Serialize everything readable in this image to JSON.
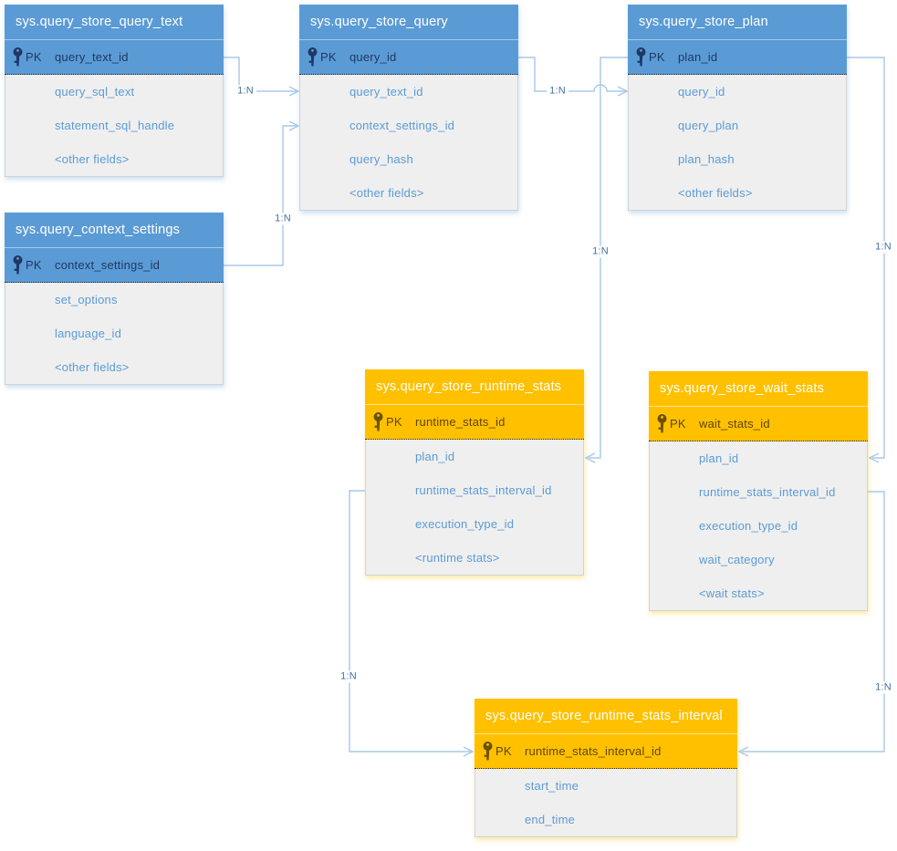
{
  "diagram": {
    "kind": "entity-relationship-diagram",
    "subject": "SQL Server Query Store schema",
    "colors": {
      "catalog_table_header": "#5b9bd5",
      "stats_table_header": "#ffc000",
      "field_text": "#5b9bd5",
      "pk_text_blue_theme": "#1f3864",
      "pk_text_orange_theme": "#6b5200",
      "connector_line": "#a9c8e8",
      "cardinality_label_text": "#44719f",
      "body_background": "#efefef"
    },
    "tables": [
      {
        "title": "sys.query_store_query_text",
        "theme": "blue",
        "pk": {
          "badge": "PK",
          "name": "query_text_id"
        },
        "fields": [
          "query_sql_text",
          "statement_sql_handle",
          "<other fields>"
        ]
      },
      {
        "title": "sys.query_store_query",
        "theme": "blue",
        "pk": {
          "badge": "PK",
          "name": "query_id"
        },
        "fields": [
          "query_text_id",
          "context_settings_id",
          "query_hash",
          "<other fields>"
        ]
      },
      {
        "title": "sys.query_store_plan",
        "theme": "blue",
        "pk": {
          "badge": "PK",
          "name": "plan_id"
        },
        "fields": [
          "query_id",
          "query_plan",
          "plan_hash",
          "<other fields>"
        ]
      },
      {
        "title": "sys.query_context_settings",
        "theme": "blue",
        "pk": {
          "badge": "PK",
          "name": "context_settings_id"
        },
        "fields": [
          "set_options",
          "language_id",
          "<other fields>"
        ]
      },
      {
        "title": "sys.query_store_runtime_stats",
        "theme": "orange",
        "pk": {
          "badge": "PK",
          "name": "runtime_stats_id"
        },
        "fields": [
          "plan_id",
          "runtime_stats_interval_id",
          "execution_type_id",
          "<runtime stats>"
        ]
      },
      {
        "title": "sys.query_store_wait_stats",
        "theme": "orange",
        "pk": {
          "badge": "PK",
          "name": "wait_stats_id"
        },
        "fields": [
          "plan_id",
          "runtime_stats_interval_id",
          "execution_type_id",
          "wait_category",
          "<wait stats>"
        ]
      },
      {
        "title": "sys.query_store_runtime_stats_interval",
        "theme": "orange",
        "pk": {
          "badge": "PK",
          "name": "runtime_stats_interval_id"
        },
        "fields": [
          "start_time",
          "end_time"
        ]
      }
    ],
    "connectors": [
      {
        "label": "1:N",
        "from": "sys.query_store_query_text.query_text_id",
        "to": "sys.query_store_query.query_text_id"
      },
      {
        "label": "1:N",
        "from": "sys.query_context_settings.context_settings_id",
        "to": "sys.query_store_query.context_settings_id"
      },
      {
        "label": "1:N",
        "from": "sys.query_store_query.query_id",
        "to": "sys.query_store_plan.query_id"
      },
      {
        "label": "1:N",
        "from": "sys.query_store_plan.plan_id",
        "to": "sys.query_store_runtime_stats.plan_id"
      },
      {
        "label": "1:N",
        "from": "sys.query_store_plan.plan_id",
        "to": "sys.query_store_wait_stats.plan_id"
      },
      {
        "label": "1:N",
        "from": "sys.query_store_runtime_stats.runtime_stats_interval_id",
        "to": "sys.query_store_runtime_stats_interval.runtime_stats_interval_id"
      },
      {
        "label": "1:N",
        "from": "sys.query_store_wait_stats.runtime_stats_interval_id",
        "to": "sys.query_store_runtime_stats_interval.runtime_stats_interval_id"
      }
    ]
  }
}
